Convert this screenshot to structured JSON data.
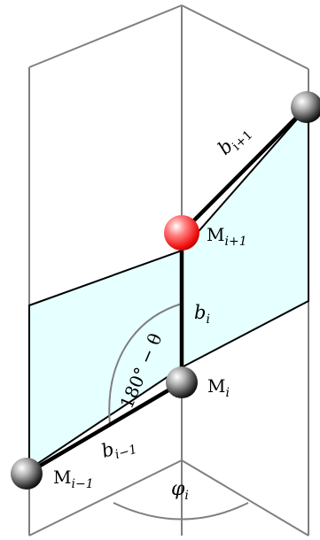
{
  "labels": {
    "bond_prev": {
      "base": "b",
      "sub": "i−1"
    },
    "bond_cur": {
      "base": "b",
      "sub": "i"
    },
    "bond_next": {
      "base": "b",
      "sub": "i+1"
    },
    "monomer_prev": {
      "base": "M",
      "sub": "i−1"
    },
    "monomer_cur": {
      "base": "M",
      "sub": "i"
    },
    "monomer_next": {
      "base": "M",
      "sub": "i+1"
    },
    "bond_angle": "180° − θ",
    "dihedral_angle": {
      "base": "φ",
      "sub": "i"
    }
  },
  "colors": {
    "plane_fill": "#e6ffff",
    "outline": "#7f7f7f",
    "bond": "#000000",
    "monomer_highlight": "#ff2020",
    "monomer_default": "#444444"
  }
}
